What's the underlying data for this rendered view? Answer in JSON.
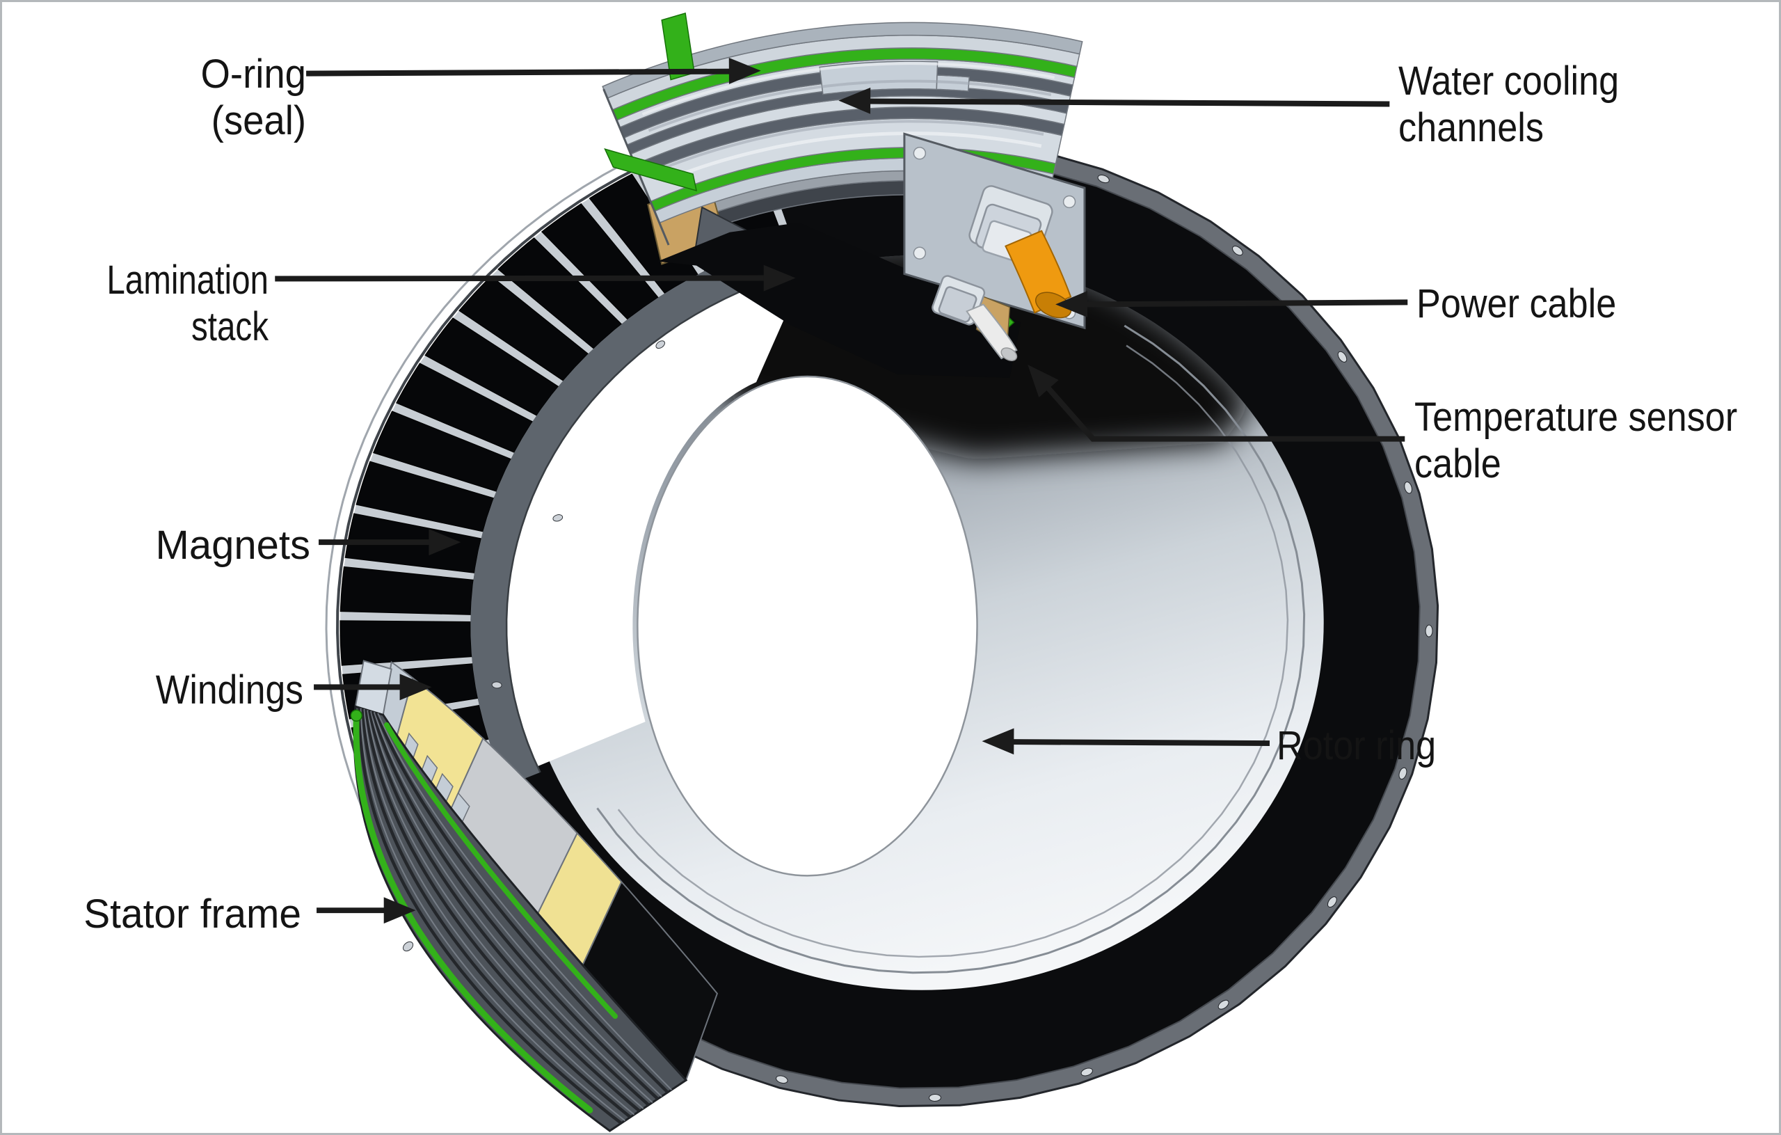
{
  "figure": {
    "type": "exploded-view technical illustration",
    "subject": "Rim-driven electric motor ring assembly",
    "background": "#ffffff"
  },
  "labels": {
    "o_ring": "O-ring (seal)",
    "water_cooling": "Water cooling channels",
    "lamination_stack": "Lamination stack",
    "power_cable": "Power cable",
    "temperature_sensor": "Temperature sensor cable",
    "magnets": "Magnets",
    "windings": "Windings",
    "rotor_ring": "Rotor ring",
    "stator_frame": "Stator frame"
  },
  "colors": {
    "oring_green": "#33b11a",
    "winding_yellow": "#f2e394",
    "power_cable_orange": "#ef9a10",
    "magnet_black": "#060709",
    "rotor_silver": "#dfe4e9",
    "stator_frame_gray": "#4d535a",
    "lamination_gray": "#585e66",
    "winding_end_tan": "#c9a263",
    "label_text": "#141414",
    "leader_line": "#1b1b1b"
  }
}
